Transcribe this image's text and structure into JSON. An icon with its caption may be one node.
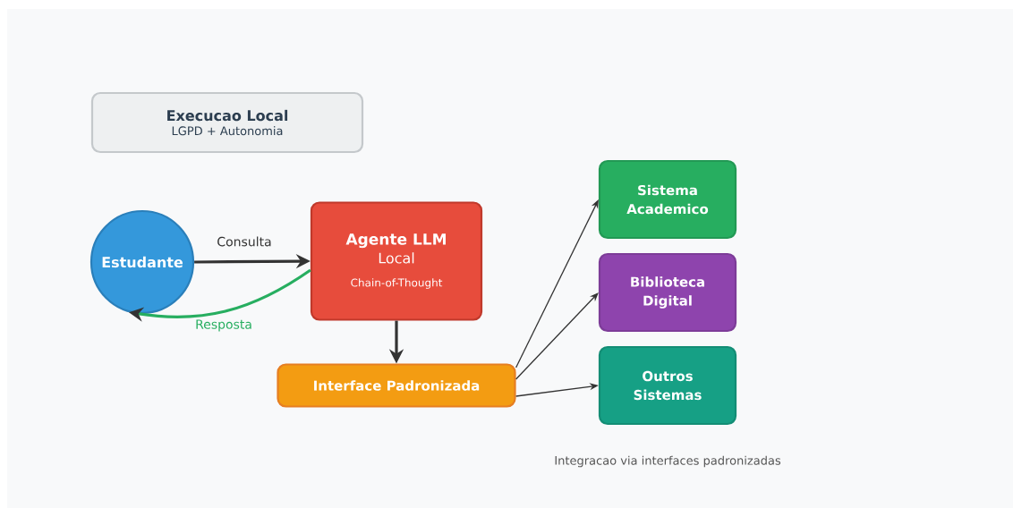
{
  "diagram": {
    "nodes": [
      {
        "text": [
          "Execucao Local",
          "LGPD + Autonomia"
        ]
      },
      {
        "text": [
          "Estudante"
        ]
      },
      {
        "text": [
          "Agente LLM",
          "Local",
          "Chain-of-Thought"
        ]
      },
      {
        "text": [
          "Interface Padronizada"
        ]
      },
      {
        "text": [
          "Sistema Academico"
        ]
      },
      {
        "text": [
          "Biblioteca Digital"
        ]
      },
      {
        "text": [
          "Outros Sistemas"
        ]
      }
    ],
    "edges": [
      {
        "from": 1,
        "to": 2,
        "arrow": "to",
        "label": "Consulta",
        "style": "thick"
      },
      {
        "from": 2,
        "to": 1,
        "arrow": "to",
        "label": "Resposta",
        "style": "thick",
        "color": "#27ae60"
      },
      {
        "from": 2,
        "to": 3,
        "arrow": "to",
        "style": "thick"
      },
      {
        "from": 3,
        "to": 4,
        "arrow": "to"
      },
      {
        "from": 3,
        "to": 5,
        "arrow": "to"
      },
      {
        "from": 3,
        "to": 6,
        "arrow": "to"
      }
    ],
    "labels": [
      "Integracao via interfaces padronizadas"
    ]
  }
}
